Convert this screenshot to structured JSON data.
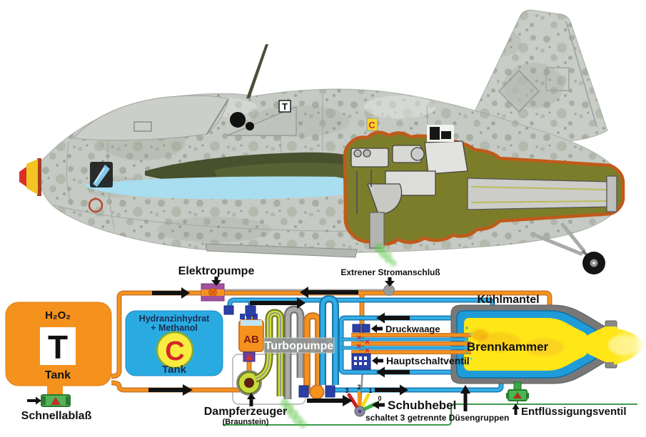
{
  "aircraft": {
    "marking_t": "T",
    "marking_c": "C"
  },
  "schematic": {
    "elektropumpe": "Elektropumpe",
    "stromanschluss": "Extrener Stromanschluß",
    "t_tank": {
      "formula": "H₂O₂",
      "letter": "T",
      "label": "Tank"
    },
    "schnellablass": "Schnellablaß",
    "c_tank": {
      "line1": "Hydranzinhydrat",
      "line2": "+ Methanol",
      "letter": "C",
      "label": "Tank"
    },
    "ab": "AB",
    "turbopumpe": "Turbopumpe",
    "dampferzeuger": "Dampferzeuger",
    "braunstein": "(Braunstein)",
    "druckwaage": "Druckwaage",
    "hauptschaltventil": "Hauptschaltventil",
    "schubhebel": "Schubhebel",
    "schubhebel_sub": "schaltet 3 getrennte Düsengruppen",
    "thrust_positions": [
      "3",
      "2",
      "1",
      "0"
    ],
    "kuehlmantel": "Kühlmantel",
    "brennkammer": "Brennkammer",
    "entfluessigungsventil": "Entflüssigungsventil"
  },
  "colors": {
    "t_stoff_orange": "#F5921E",
    "c_stoff_blue": "#29ABE2",
    "steam_green": "#C7DB3A",
    "flame_yellow": "#FFE617",
    "engine_bay_olive": "#7C7D2A",
    "pump_purple": "#A0529F",
    "drain_green": "#3F9B4F"
  }
}
